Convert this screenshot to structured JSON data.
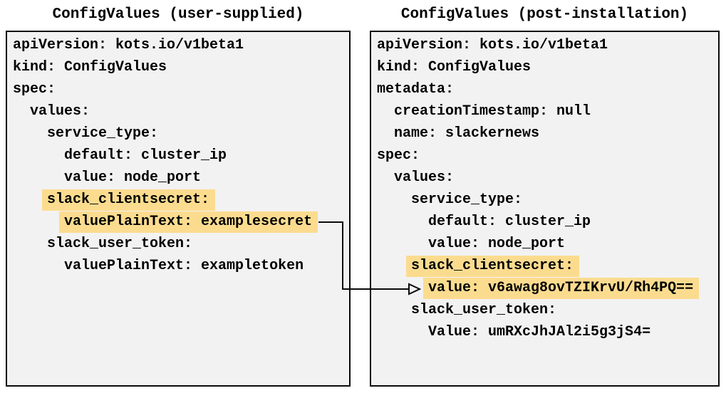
{
  "titles": {
    "left": "ConfigValues (user-supplied)",
    "right": "ConfigValues (post-installation)"
  },
  "left_panel": {
    "lines": [
      {
        "indent": "",
        "text": "apiVersion: kots.io/v1beta1",
        "highlighted": false
      },
      {
        "indent": "",
        "text": "kind: ConfigValues",
        "highlighted": false
      },
      {
        "indent": "",
        "text": "spec:",
        "highlighted": false
      },
      {
        "indent": "  ",
        "text": "values:",
        "highlighted": false
      },
      {
        "indent": "    ",
        "text": "service_type:",
        "highlighted": false
      },
      {
        "indent": "      ",
        "text": "default: cluster_ip",
        "highlighted": false
      },
      {
        "indent": "      ",
        "text": "value: node_port",
        "highlighted": false
      },
      {
        "indent": "    ",
        "text": "slack_clientsecret:",
        "highlighted": true
      },
      {
        "indent": "      ",
        "text": "valuePlainText: examplesecret",
        "highlighted": true
      },
      {
        "indent": "    ",
        "text": "slack_user_token:",
        "highlighted": false
      },
      {
        "indent": "      ",
        "text": "valuePlainText: exampletoken",
        "highlighted": false
      }
    ]
  },
  "right_panel": {
    "lines": [
      {
        "indent": "",
        "text": "apiVersion: kots.io/v1beta1",
        "highlighted": false
      },
      {
        "indent": "",
        "text": "kind: ConfigValues",
        "highlighted": false
      },
      {
        "indent": "",
        "text": "metadata:",
        "highlighted": false
      },
      {
        "indent": "  ",
        "text": "creationTimestamp: null",
        "highlighted": false
      },
      {
        "indent": "  ",
        "text": "name: slackernews",
        "highlighted": false
      },
      {
        "indent": "",
        "text": "spec:",
        "highlighted": false
      },
      {
        "indent": "  ",
        "text": "values:",
        "highlighted": false
      },
      {
        "indent": "    ",
        "text": "service_type:",
        "highlighted": false
      },
      {
        "indent": "      ",
        "text": "default: cluster_ip",
        "highlighted": false
      },
      {
        "indent": "      ",
        "text": "value: node_port",
        "highlighted": false
      },
      {
        "indent": "    ",
        "text": "slack_clientsecret:",
        "highlighted": true
      },
      {
        "indent": "      ",
        "text": "value: v6awag8ovTZIKrvU/Rh4PQ==",
        "highlighted": true
      },
      {
        "indent": "    ",
        "text": "slack_user_token:",
        "highlighted": false
      },
      {
        "indent": "      ",
        "text": "Value: umRXcJhJAl2i5g3jS4=",
        "highlighted": false
      }
    ]
  },
  "colors": {
    "highlight": "#fbdc8f",
    "panel_background": "#f2f2f2",
    "border": "#0a0a0a",
    "text": "#000000",
    "arrow": "#0a0a0a",
    "page_background": "#ffffff"
  }
}
